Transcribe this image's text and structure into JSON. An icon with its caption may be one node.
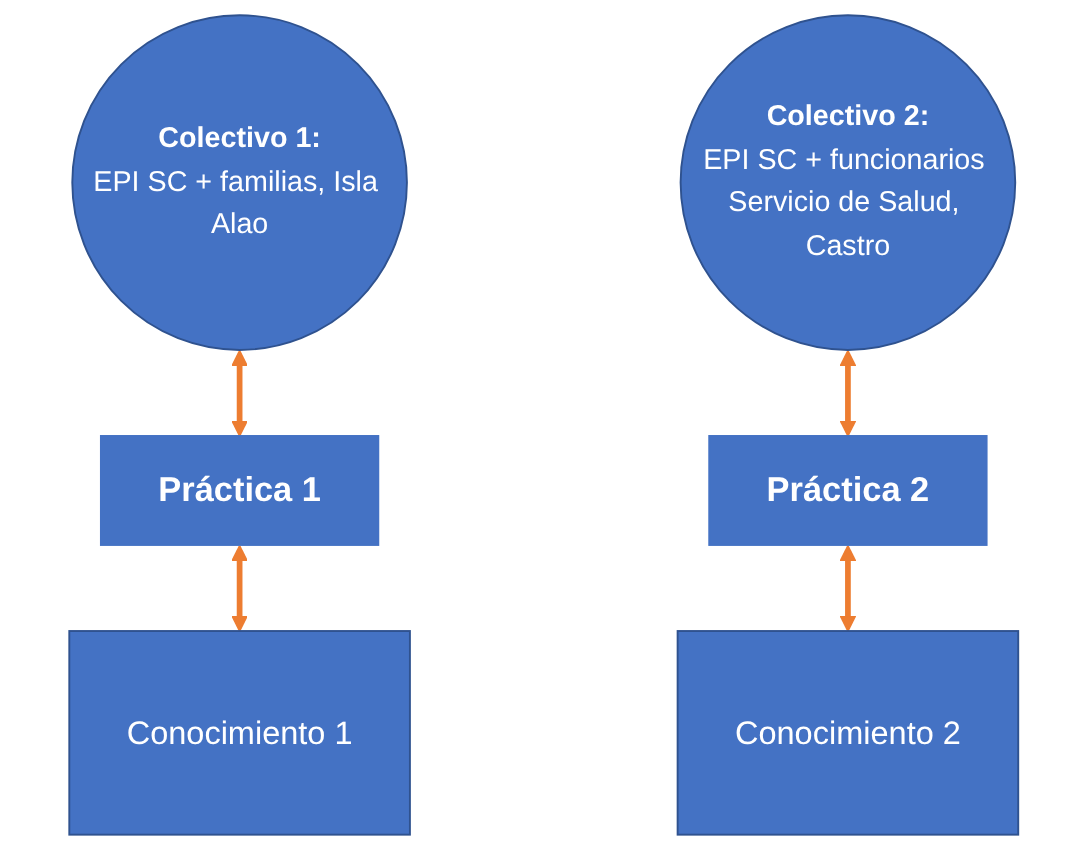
{
  "diagram": {
    "nodes": [
      {
        "text": [
          "Colectivo 1:",
          "EPI SC + familias, Isla Alao"
        ]
      },
      {
        "text": [
          "Práctica 1"
        ]
      },
      {
        "text": [
          "Conocimiento 1"
        ]
      },
      {
        "text": [
          "Colectivo 2:",
          "EPI SC + funcionarios Servicio de Salud, Castro"
        ]
      },
      {
        "text": [
          "Práctica 2"
        ]
      },
      {
        "text": [
          "Conocimiento 2"
        ]
      }
    ],
    "edges": [
      {
        "from": 0,
        "to": 1,
        "arrow": "both"
      },
      {
        "from": 1,
        "to": 2,
        "arrow": "both"
      },
      {
        "from": 3,
        "to": 4,
        "arrow": "both"
      },
      {
        "from": 4,
        "to": 5,
        "arrow": "both"
      }
    ]
  }
}
